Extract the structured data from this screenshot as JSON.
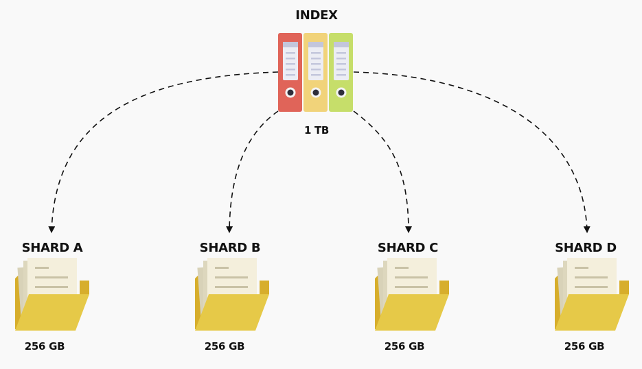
{
  "index": {
    "title": "INDEX",
    "size": "1 TB",
    "binder_colors": [
      "#e06459",
      "#f1d37a",
      "#c6de6a"
    ]
  },
  "shards": [
    {
      "name": "SHARD A",
      "size": "256 GB"
    },
    {
      "name": "SHARD B",
      "size": "256 GB"
    },
    {
      "name": "SHARD C",
      "size": "256 GB"
    },
    {
      "name": "SHARD D",
      "size": "256 GB"
    }
  ],
  "colors": {
    "background": "#f9f9f9",
    "arrow": "#111111",
    "folder_back": "#d7ae2c",
    "folder_front": "#e6c948",
    "paper": "#f4efdc",
    "paper_lines": "#c9c2a6"
  },
  "icons": {
    "index": "binders-icon",
    "shard": "folder-icon"
  }
}
